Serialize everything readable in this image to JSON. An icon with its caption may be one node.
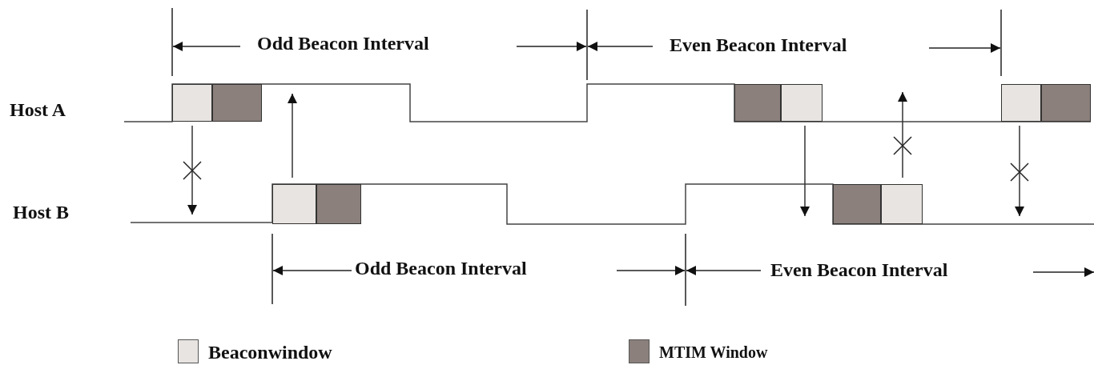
{
  "diagram": {
    "nodes": [
      {
        "text": [],
        "shape": "box"
      },
      {
        "text": [],
        "shape": "box"
      },
      {
        "text": [],
        "shape": "box"
      },
      {
        "text": [],
        "shape": "box"
      },
      {
        "text": [],
        "shape": "box"
      },
      {
        "text": [],
        "shape": "box"
      },
      {
        "text": [],
        "shape": "box"
      },
      {
        "text": [],
        "shape": "box"
      },
      {
        "text": [],
        "shape": "box"
      },
      {
        "text": [],
        "shape": "box"
      }
    ],
    "edges": [
      {
        "from": 0,
        "to": null,
        "arrow": "to"
      },
      {
        "from": 6,
        "to": null,
        "arrow": "to"
      },
      {
        "from": 3,
        "to": null,
        "arrow": "to"
      },
      {
        "from": 9,
        "to": null,
        "arrow": "to"
      },
      {
        "from": 4,
        "to": null,
        "arrow": "to"
      }
    ],
    "labels": [
      "Odd Beacon Interval",
      "Even Beacon Interval",
      "Host A",
      "Host B",
      "Odd Beacon Interval",
      "Even Beacon Interval"
    ],
    "legend": [
      {
        "text": "Beaconwindow",
        "color": "#e8e4e1"
      },
      {
        "text": "MTIM Window",
        "color": "#8b807c"
      }
    ]
  }
}
